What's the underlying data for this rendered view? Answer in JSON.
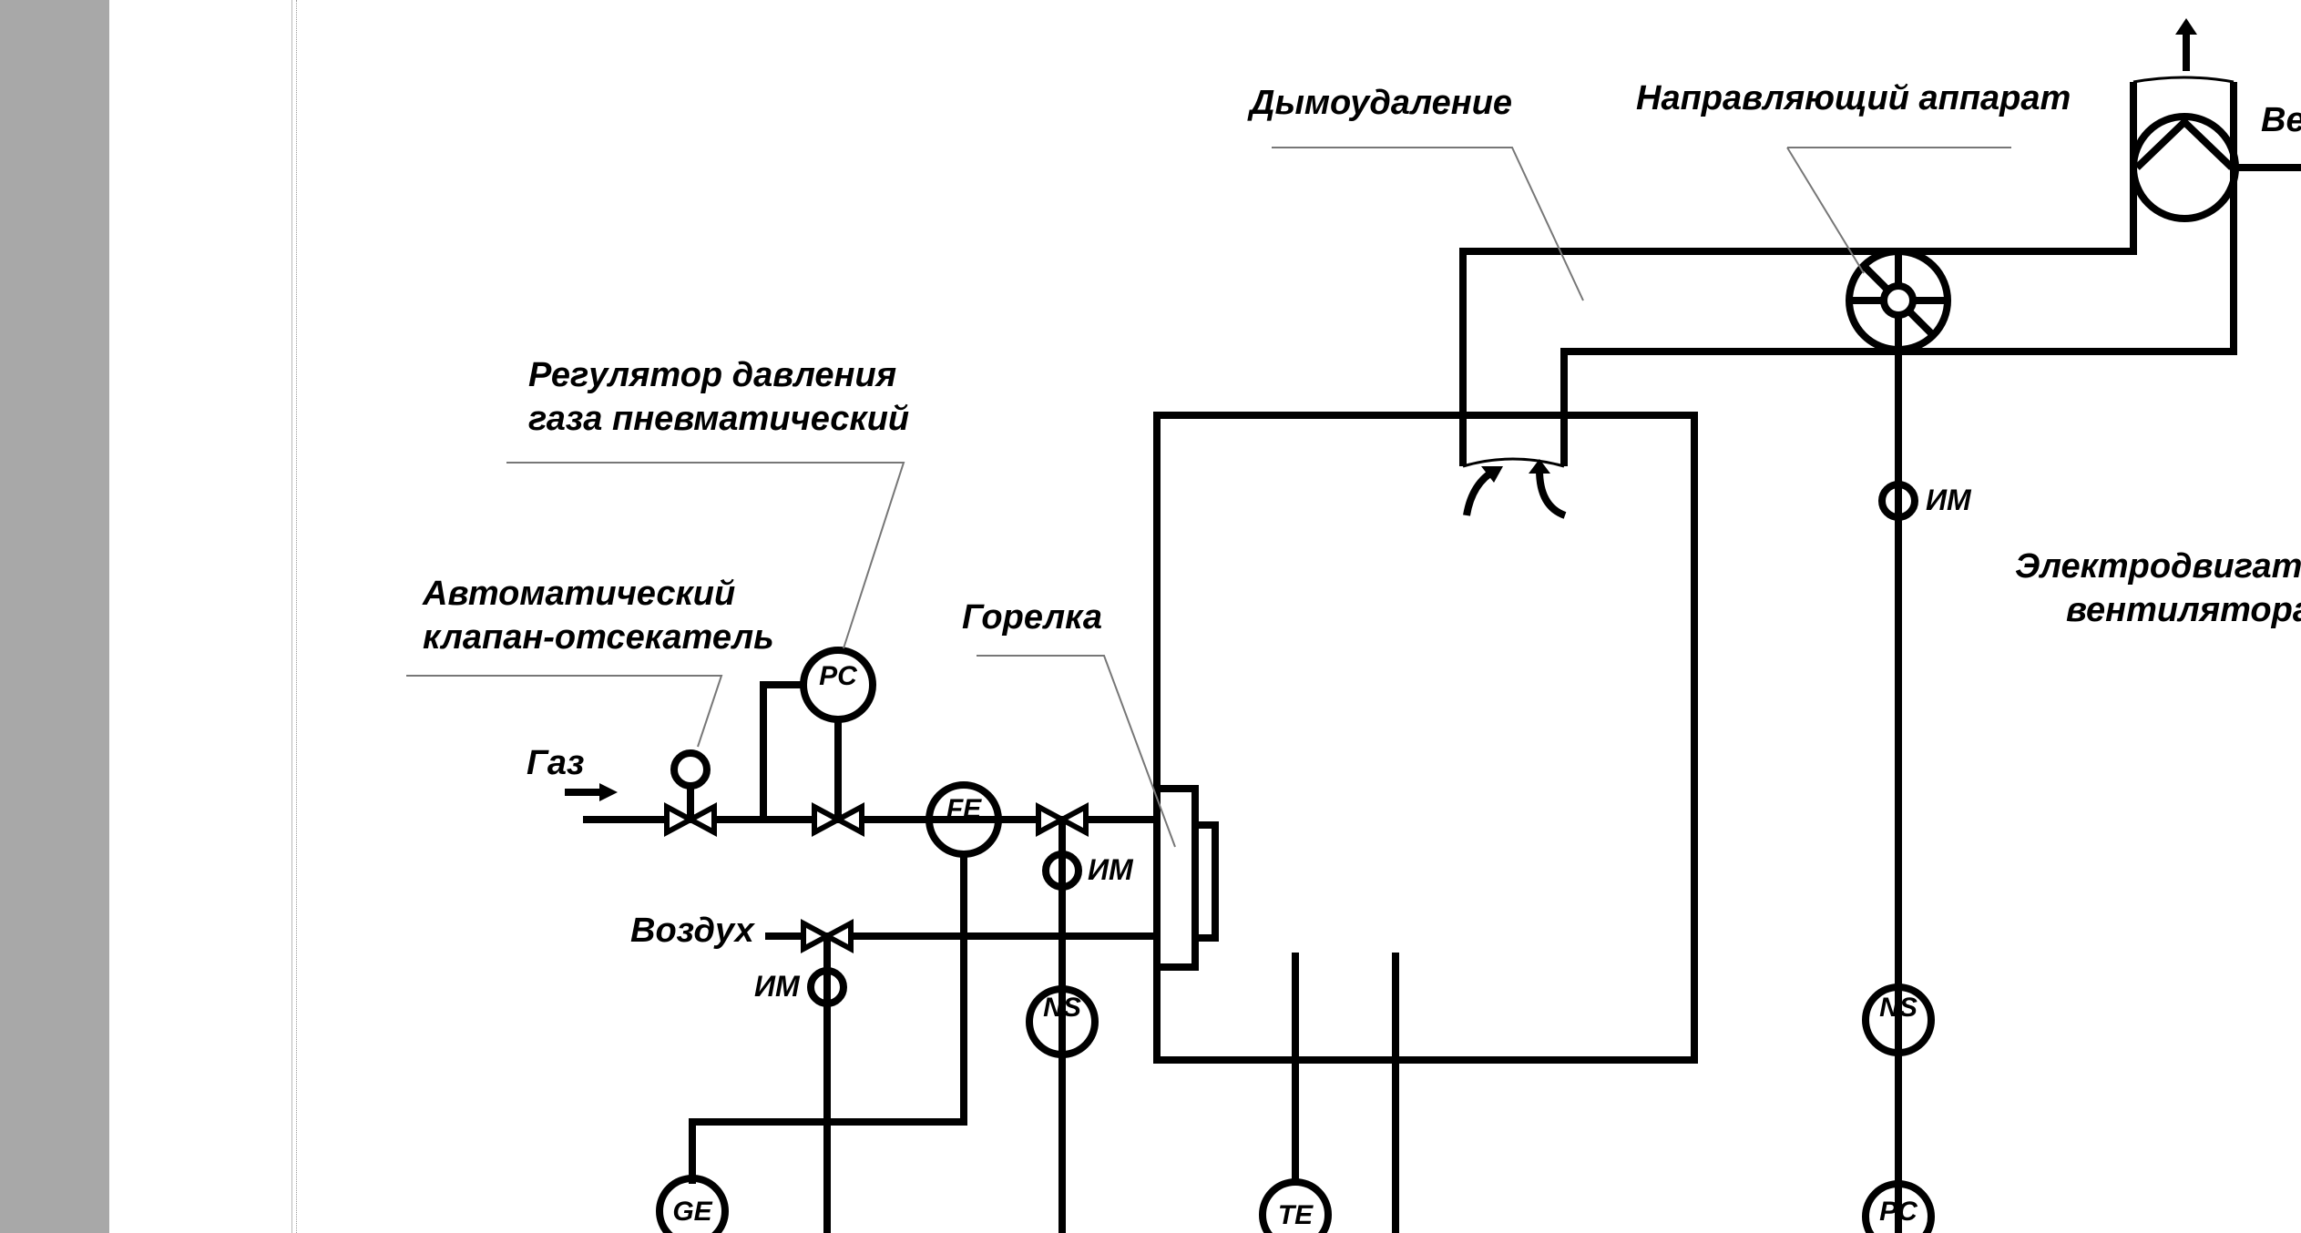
{
  "labels": {
    "smoke_removal": "Дымоудаление",
    "guide_vane": "Направляющий аппарат",
    "fan_label_partial": "Ве",
    "pressure_regulator_line1": "Регулятор давления",
    "pressure_regulator_line2": "газа пневматический",
    "auto_valve_line1": "Автоматический",
    "auto_valve_line2": "клапан-отсекатель",
    "burner": "Горелка",
    "gas": "Газ",
    "air": "Воздух",
    "motor_line1": "Электродвигат",
    "motor_line2": "вентилятора"
  },
  "instruments": {
    "pc_top": "PC",
    "fe": "FE",
    "im_burner": "ИМ",
    "im_air": "ИМ",
    "im_right": "ИМ",
    "ns_left": "NS",
    "ns_right": "NS",
    "ge": "GE",
    "te": "TE",
    "pc_bottom": "PC"
  },
  "colors": {
    "sidebar": "#a8a8a8",
    "background": "#ffffff",
    "line": "#000000",
    "leader": "#777777"
  }
}
